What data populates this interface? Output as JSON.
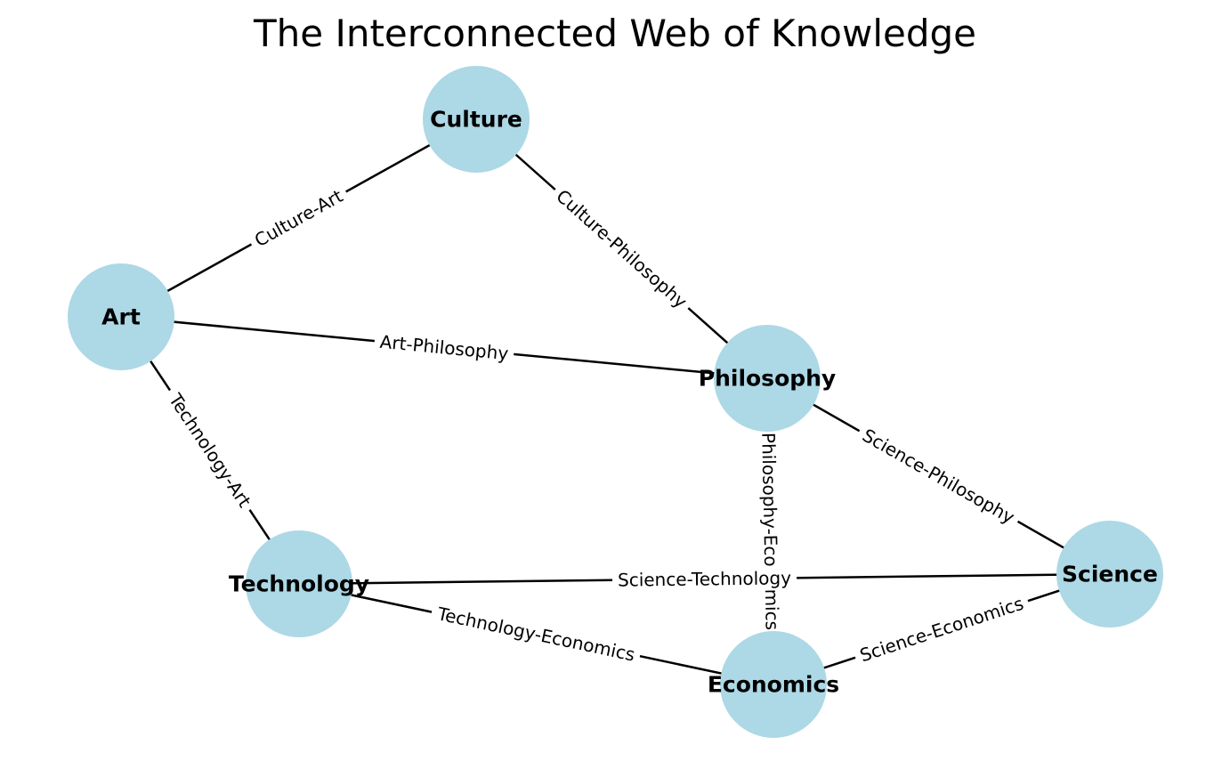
{
  "title": "The Interconnected Web of Knowledge",
  "colors": {
    "node_fill": "#add8e6",
    "edge_stroke": "#000000",
    "label_background": "#ffffff"
  },
  "nodes": [
    {
      "id": "culture",
      "label": "Culture"
    },
    {
      "id": "art",
      "label": "Art"
    },
    {
      "id": "philosophy",
      "label": "Philosophy"
    },
    {
      "id": "technology",
      "label": "Technology"
    },
    {
      "id": "science",
      "label": "Science"
    },
    {
      "id": "economics",
      "label": "Economics"
    }
  ],
  "edges": [
    {
      "id": "culture-art",
      "source": "culture",
      "target": "art",
      "label": "Culture-Art"
    },
    {
      "id": "culture-philosophy",
      "source": "culture",
      "target": "philosophy",
      "label": "Culture-Philosophy"
    },
    {
      "id": "art-philosophy",
      "source": "art",
      "target": "philosophy",
      "label": "Art-Philosophy"
    },
    {
      "id": "technology-art",
      "source": "technology",
      "target": "art",
      "label": "Technology-Art"
    },
    {
      "id": "science-philosophy",
      "source": "science",
      "target": "philosophy",
      "label": "Science-Philosophy"
    },
    {
      "id": "philosophy-economics",
      "source": "philosophy",
      "target": "economics",
      "label": "Philosophy-Economics"
    },
    {
      "id": "science-technology",
      "source": "science",
      "target": "technology",
      "label": "Science-Technology"
    },
    {
      "id": "technology-economics",
      "source": "technology",
      "target": "economics",
      "label": "Technology-Economics"
    },
    {
      "id": "science-economics",
      "source": "science",
      "target": "economics",
      "label": "Science-Economics"
    }
  ]
}
